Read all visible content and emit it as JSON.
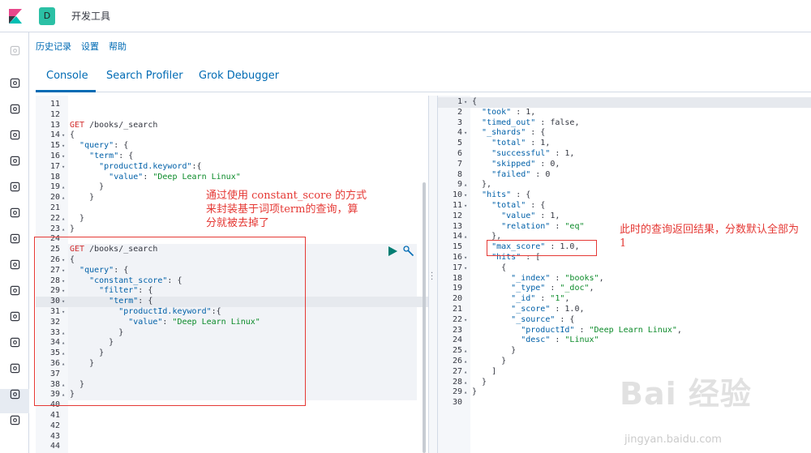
{
  "header": {
    "space_initial": "D",
    "title": "开发工具"
  },
  "submenu": {
    "history": "历史记录",
    "settings": "设置",
    "help": "帮助"
  },
  "tabs": [
    {
      "label": "Console"
    },
    {
      "label": "Search Profiler"
    },
    {
      "label": "Grok Debugger"
    }
  ],
  "request_lines": [
    {
      "n": "11",
      "fold": "",
      "code": ""
    },
    {
      "n": "12",
      "fold": "",
      "code": ""
    },
    {
      "n": "13",
      "fold": "",
      "code": "GET /books/_search"
    },
    {
      "n": "14",
      "fold": "▾",
      "code": "{"
    },
    {
      "n": "15",
      "fold": "▾",
      "code": "  \"query\": {"
    },
    {
      "n": "16",
      "fold": "▾",
      "code": "    \"term\": {"
    },
    {
      "n": "17",
      "fold": "▾",
      "code": "      \"productId.keyword\":{"
    },
    {
      "n": "18",
      "fold": "",
      "code": "        \"value\": \"Deep Learn Linux\""
    },
    {
      "n": "19",
      "fold": "▴",
      "code": "      }"
    },
    {
      "n": "20",
      "fold": "▴",
      "code": "    }"
    },
    {
      "n": "21",
      "fold": "",
      "code": ""
    },
    {
      "n": "22",
      "fold": "▴",
      "code": "  }"
    },
    {
      "n": "23",
      "fold": "▴",
      "code": "}"
    },
    {
      "n": "24",
      "fold": "",
      "code": ""
    },
    {
      "n": "25",
      "fold": "",
      "code": "GET /books/_search"
    },
    {
      "n": "26",
      "fold": "▾",
      "code": "{"
    },
    {
      "n": "27",
      "fold": "▾",
      "code": "  \"query\": {"
    },
    {
      "n": "28",
      "fold": "▾",
      "code": "    \"constant_score\": {"
    },
    {
      "n": "29",
      "fold": "▾",
      "code": "      \"filter\": {"
    },
    {
      "n": "30",
      "fold": "▾",
      "code": "        \"term\": {"
    },
    {
      "n": "31",
      "fold": "▾",
      "code": "          \"productId.keyword\":{"
    },
    {
      "n": "32",
      "fold": "",
      "code": "            \"value\": \"Deep Learn Linux\""
    },
    {
      "n": "33",
      "fold": "▴",
      "code": "          }"
    },
    {
      "n": "34",
      "fold": "▴",
      "code": "        }"
    },
    {
      "n": "35",
      "fold": "▴",
      "code": "      }"
    },
    {
      "n": "36",
      "fold": "▴",
      "code": "    }"
    },
    {
      "n": "37",
      "fold": "",
      "code": ""
    },
    {
      "n": "38",
      "fold": "▴",
      "code": "  }"
    },
    {
      "n": "39",
      "fold": "▴",
      "code": "}"
    },
    {
      "n": "40",
      "fold": "",
      "code": ""
    },
    {
      "n": "41",
      "fold": "",
      "code": ""
    },
    {
      "n": "42",
      "fold": "",
      "code": ""
    },
    {
      "n": "43",
      "fold": "",
      "code": ""
    },
    {
      "n": "44",
      "fold": "",
      "code": ""
    }
  ],
  "response_lines": [
    {
      "n": "1",
      "fold": "▾",
      "code": "{"
    },
    {
      "n": "2",
      "fold": "",
      "code": "  \"took\" : 1,"
    },
    {
      "n": "3",
      "fold": "",
      "code": "  \"timed_out\" : false,"
    },
    {
      "n": "4",
      "fold": "▾",
      "code": "  \"_shards\" : {"
    },
    {
      "n": "5",
      "fold": "",
      "code": "    \"total\" : 1,"
    },
    {
      "n": "6",
      "fold": "",
      "code": "    \"successful\" : 1,"
    },
    {
      "n": "7",
      "fold": "",
      "code": "    \"skipped\" : 0,"
    },
    {
      "n": "8",
      "fold": "",
      "code": "    \"failed\" : 0"
    },
    {
      "n": "9",
      "fold": "▴",
      "code": "  },"
    },
    {
      "n": "10",
      "fold": "▾",
      "code": "  \"hits\" : {"
    },
    {
      "n": "11",
      "fold": "▾",
      "code": "    \"total\" : {"
    },
    {
      "n": "12",
      "fold": "",
      "code": "      \"value\" : 1,"
    },
    {
      "n": "13",
      "fold": "",
      "code": "      \"relation\" : \"eq\""
    },
    {
      "n": "14",
      "fold": "▴",
      "code": "    },"
    },
    {
      "n": "15",
      "fold": "",
      "code": "    \"max_score\" : 1.0,"
    },
    {
      "n": "16",
      "fold": "▾",
      "code": "    \"hits\" : ["
    },
    {
      "n": "17",
      "fold": "▾",
      "code": "      {"
    },
    {
      "n": "18",
      "fold": "",
      "code": "        \"_index\" : \"books\","
    },
    {
      "n": "19",
      "fold": "",
      "code": "        \"_type\" : \"_doc\","
    },
    {
      "n": "20",
      "fold": "",
      "code": "        \"_id\" : \"1\","
    },
    {
      "n": "21",
      "fold": "",
      "code": "        \"_score\" : 1.0,"
    },
    {
      "n": "22",
      "fold": "▾",
      "code": "        \"_source\" : {"
    },
    {
      "n": "23",
      "fold": "",
      "code": "          \"productId\" : \"Deep Learn Linux\","
    },
    {
      "n": "24",
      "fold": "",
      "code": "          \"desc\" : \"Linux\""
    },
    {
      "n": "25",
      "fold": "▴",
      "code": "        }"
    },
    {
      "n": "26",
      "fold": "▴",
      "code": "      }"
    },
    {
      "n": "27",
      "fold": "▴",
      "code": "    ]"
    },
    {
      "n": "28",
      "fold": "▴",
      "code": "  }"
    },
    {
      "n": "29",
      "fold": "▴",
      "code": "}"
    },
    {
      "n": "30",
      "fold": "",
      "code": ""
    }
  ],
  "annotations": {
    "left": "通过使用 constant_score 的方式来封装基于词项term的查询，算分就被去掉了",
    "right": "此时的查询返回结果，分数默认全部为 1"
  },
  "watermark": {
    "text": "Bai 经验",
    "url": "jingyan.baidu.com"
  },
  "icons": {
    "nav": [
      "clock-icon",
      "compass-icon",
      "visualize-icon",
      "dashboard-icon",
      "canvas-icon",
      "maps-icon",
      "ml-icon",
      "stack-icon",
      "logs-icon",
      "apm-icon",
      "uptime-icon",
      "siem-icon",
      "devtools-icon",
      "monitoring-icon",
      "management-icon"
    ]
  }
}
